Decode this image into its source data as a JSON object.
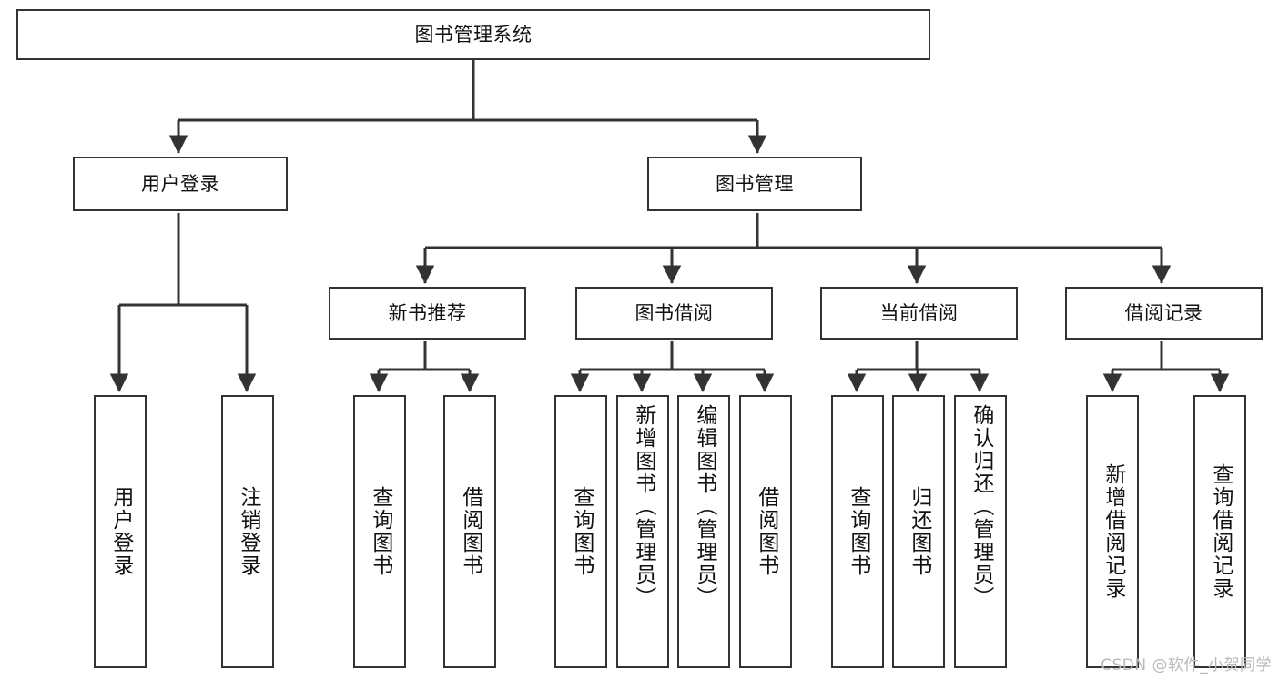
{
  "diagram": {
    "type": "tree",
    "title": "图书管理系统",
    "watermark": "CSDN @软件_小贺同学",
    "stroke_color": "#333333",
    "background_color": "#ffffff",
    "text_color": "#111111",
    "nodes": {
      "root": "图书管理系统",
      "user_login": "用户登录",
      "book_manage": "图书管理",
      "new_book_rec": "新书推荐",
      "book_borrow": "图书借阅",
      "current_borrow": "当前借阅",
      "borrow_record": "借阅记录",
      "leaf_user_login": "用户登录",
      "leaf_logout": "注销登录",
      "leaf_query_books_1": "查询图书",
      "leaf_borrow_books_1": "借阅图书",
      "leaf_query_books_2": "查询图书",
      "leaf_add_book_admin": "新增图书（管理员）",
      "leaf_edit_book_admin": "编辑图书（管理员）",
      "leaf_borrow_books_2": "借阅图书",
      "leaf_query_books_3": "查询图书",
      "leaf_return_books": "归还图书",
      "leaf_confirm_return_admin": "确认归还（管理员）",
      "leaf_add_borrow_record": "新增借阅记录",
      "leaf_query_borrow_record": "查询借阅记录"
    },
    "hierarchy": [
      {
        "label": "图书管理系统",
        "children": [
          {
            "label": "用户登录",
            "children": [
              {
                "label": "用户登录"
              },
              {
                "label": "注销登录"
              }
            ]
          },
          {
            "label": "图书管理",
            "children": [
              {
                "label": "新书推荐",
                "children": [
                  {
                    "label": "查询图书"
                  },
                  {
                    "label": "借阅图书"
                  }
                ]
              },
              {
                "label": "图书借阅",
                "children": [
                  {
                    "label": "查询图书"
                  },
                  {
                    "label": "新增图书（管理员）"
                  },
                  {
                    "label": "编辑图书（管理员）"
                  },
                  {
                    "label": "借阅图书"
                  }
                ]
              },
              {
                "label": "当前借阅",
                "children": [
                  {
                    "label": "查询图书"
                  },
                  {
                    "label": "归还图书"
                  },
                  {
                    "label": "确认归还（管理员）"
                  }
                ]
              },
              {
                "label": "借阅记录",
                "children": [
                  {
                    "label": "新增借阅记录"
                  },
                  {
                    "label": "查询借阅记录"
                  }
                ]
              }
            ]
          }
        ]
      }
    ]
  }
}
